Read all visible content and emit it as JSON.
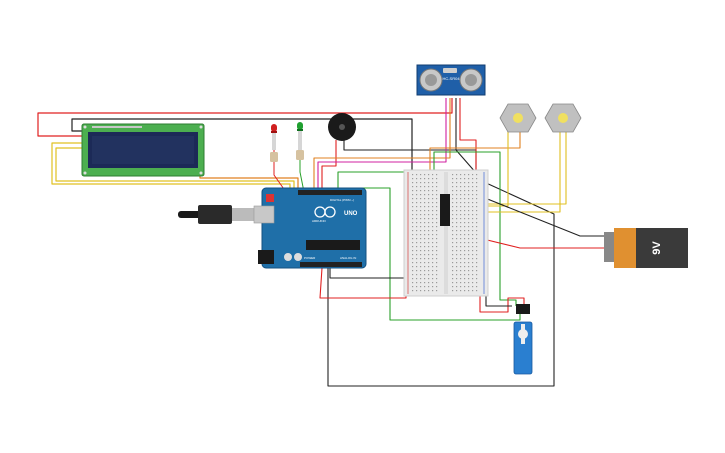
{
  "circuit": {
    "arduino": {
      "brand_label": "UNO",
      "digital_label": "DIGITAL (PWM ~)",
      "analog_label": "ANALOG IN",
      "power_label": "POWER",
      "maker_label": "ARDUINO"
    },
    "battery": {
      "label": "9V"
    },
    "ultrasonic": {
      "label": "HC-SR04"
    }
  },
  "colors": {
    "background": "#ffffff",
    "arduino_board": "#1f6fa8",
    "lcd_pcb": "#4caf50",
    "lcd_screen": "#1c2a57",
    "breadboard": "#eaeaea",
    "battery_body": "#3a3a3a",
    "battery_cap": "#e09030",
    "servo_body": "#2a7fd0",
    "wire_red": "#e02020",
    "wire_black": "#222222",
    "wire_green": "#2aa02a",
    "wire_yellow": "#e0c020",
    "wire_orange": "#e08020",
    "wire_magenta": "#d020a0"
  }
}
